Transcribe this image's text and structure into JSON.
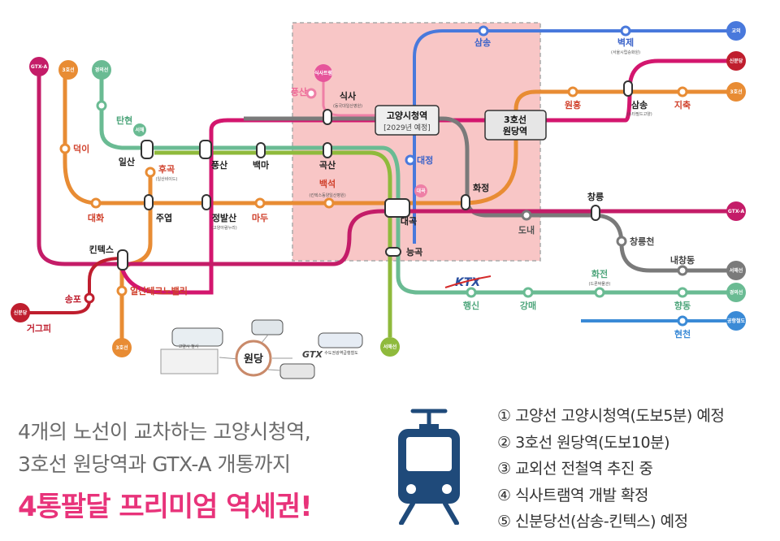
{
  "colors": {
    "gtx": "#c41c68",
    "line3": "#e88c34",
    "gyeongui": "#6abb93",
    "gyooe": "#4979dc",
    "seohae": "#8fba3c",
    "gogyang": "#d3166e",
    "sinbundang": "#bf1e2e",
    "seohaeExt": "#6bbd6e",
    "zone": "#f8c6c6",
    "label": "#d0402b"
  },
  "stations": {
    "samsong": "삼송",
    "byeokje": "벽제",
    "byeokje_sub": "(서울시립승화원)",
    "wonheung": "원흥",
    "samsong2": "삼송",
    "samsong2_sub": "(스타필드고양)",
    "jichuk": "지축",
    "sigsa": "식사",
    "sigsa_sub": "(동국대일산병원)",
    "pungsan_top": "풍산",
    "hwajeong": "화정",
    "daegok": "대곡",
    "daejeong": "대정",
    "dongsan": "풍산",
    "goksan": "곡산",
    "ilsan": "일산",
    "baekma": "백마",
    "pungsan": "풍산",
    "tanhyeon": "탄현",
    "deogi": "덕이",
    "baekseok": "백석",
    "baekseok_sub": "(킨텍스동양일산병원)",
    "daehwa": "대화",
    "juyeop": "주엽",
    "jeongbalsan": "정발산",
    "jeongbalsan_sub": "(고양아람누리)",
    "madu": "마두",
    "donae": "도내",
    "changneung": "창릉",
    "changneungcheon": "창릉천",
    "naegok": "내창동",
    "kintex": "킨텍스",
    "neunggok": "능곡",
    "songpo": "송포",
    "gaegeum": "거그피",
    "ilsantechno": "일산테크노밸리",
    "haengsin": "행신",
    "gangmae": "강매",
    "hwajeon": "화전",
    "hwajeon_sub": "(드론박물관)",
    "hyangdong": "향동",
    "hyeoncheon": "현천",
    "hugok": "후곡",
    "hugok_sub": "(일산비이드)"
  },
  "badges": {
    "gtx_a_left": "GTX-A",
    "line3_left": "3호선",
    "gyeongui_left": "경의선",
    "gyooe_right": "교외",
    "sinbundang_right": "신분당",
    "line3_right": "3호선",
    "gtx_a_right": "GTX-A",
    "seohae_right": "서해선",
    "gyeongui_right": "경의선",
    "gongcheol_right": "공항철도",
    "sinbundang_left": "신분당",
    "seohae_bottom": "서해선",
    "line3_bottom": "3호선",
    "sigsa_tram": "식사트램",
    "seomun": "서해",
    "daegok_tag": "대곡"
  },
  "callouts": {
    "cityhall_title": "고양시청역",
    "cityhall_sub": "[2029년 예정]",
    "wondang_title": "3호선",
    "wondang_sub": "원당역"
  },
  "ktx_logo": "KTX",
  "illustration": {
    "center": "원당",
    "gtx": "GTX",
    "caption_left": "고양시 청사",
    "caption_right": "수도권광역급행철도"
  },
  "headline": {
    "line1": "4개의 노선이 교차하는 고양시청역,",
    "line2": "3호선 원당역과  GTX-A 개통까지",
    "line3": "4통팔달 프리미엄 역세권!"
  },
  "bullets": [
    "① 고양선 고양시청역(도보5분) 예정",
    "② 3호선 원당역(도보10분)",
    "③ 교외선 전철역 추진 중",
    "④ 식사트램역 개발 확정",
    "⑤ 신분당선(삼송-킨텍스) 예정"
  ],
  "icon": "train-icon"
}
